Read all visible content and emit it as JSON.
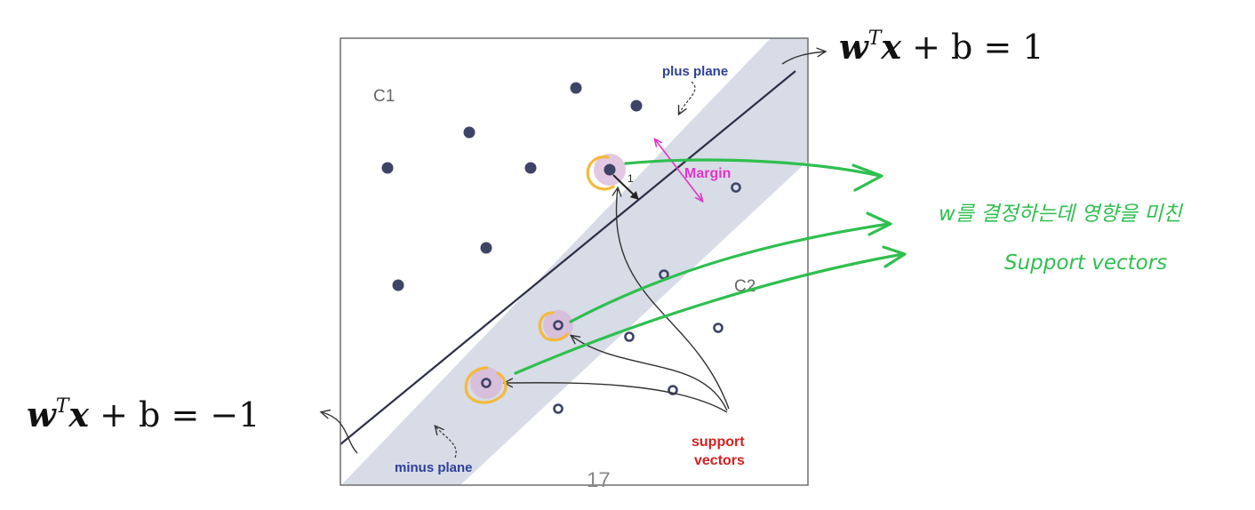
{
  "equations": {
    "plus": {
      "w": "w",
      "sup": "T",
      "x": "x",
      "rest": " + b = 1"
    },
    "minus": {
      "w": "w",
      "sup": "T",
      "x": "x",
      "rest": " + b = −1"
    }
  },
  "labels": {
    "class1": "C1",
    "class2": "C2",
    "plus_plane": "plus plane",
    "minus_plane": "minus plane",
    "margin": "Margin",
    "distance": "1",
    "support_vectors_line1": "support",
    "support_vectors_line2": "vectors"
  },
  "handwritten_note": {
    "line1": "w를 결정하는데 영향을 미친",
    "line2": "Support vectors"
  },
  "page_number": "17",
  "colors": {
    "frame": "#6f6f6f",
    "band": "#d7dce6",
    "boundary": "#2b2f45",
    "point": "#3d4466",
    "support_highlight": "#d8b6d8",
    "support_circle": "#f5b93a",
    "annotation_green": "#2fbf4f",
    "margin_magenta": "#e233c8",
    "label_blue": "#2d3f98",
    "label_red": "#d42020",
    "label_gray": "#666666"
  },
  "icons": {
    "class1_point": "filled-dot",
    "class2_point": "hollow-ring"
  }
}
